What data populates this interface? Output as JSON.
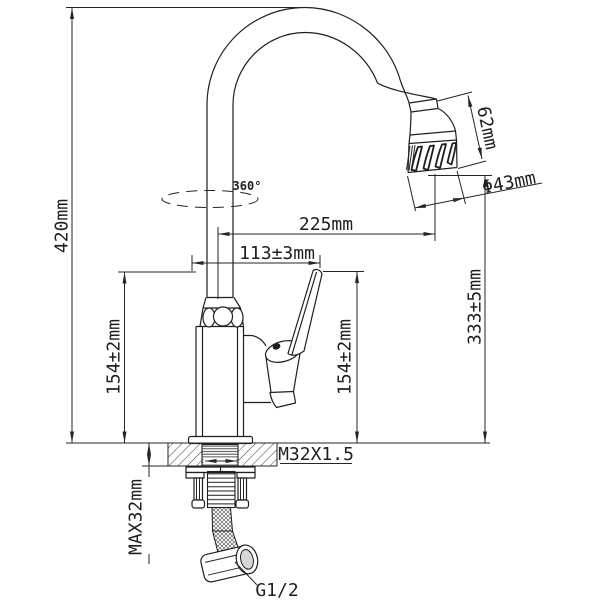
{
  "drawing": {
    "kind": "faucet installation dimension drawing",
    "background_color": "#ffffff",
    "line_color": "#1f1f1f",
    "labels": {
      "total_height": "420mm",
      "swivel_angle": "360°",
      "spout_reach": "225mm",
      "body_width": "113±3mm",
      "body_height_left": "154±2mm",
      "body_height_right": "154±2mm",
      "outlet_height": "333±5mm",
      "sprayer_length": "62mm",
      "sprayer_diameter": "Φ43mm",
      "mounting_thread": "M32X1.5",
      "max_deck_thickness": "MAX32mm",
      "inlet_thread": "G1/2"
    }
  }
}
